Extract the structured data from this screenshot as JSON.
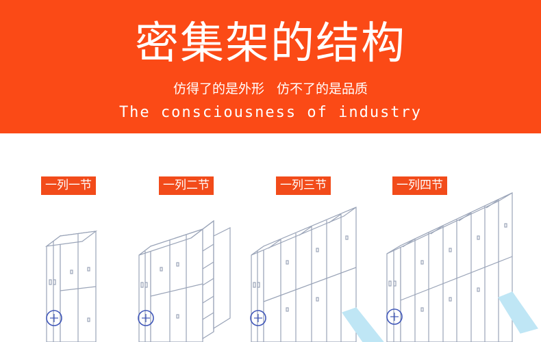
{
  "header": {
    "title": "密集架的结构",
    "subtitle_left": "仿得了的是外形",
    "subtitle_right": "仿不了的是品质",
    "tagline": "The consciousness of industry"
  },
  "labels": [
    "一列一节",
    "一列二节",
    "一列三节",
    "一列四节"
  ],
  "colors": {
    "banner": "#fb4a16",
    "label_bg": "#f24b1a",
    "line": "#9aa4b8",
    "handle": "#3f56b8",
    "rail": "#bfe6f5"
  }
}
